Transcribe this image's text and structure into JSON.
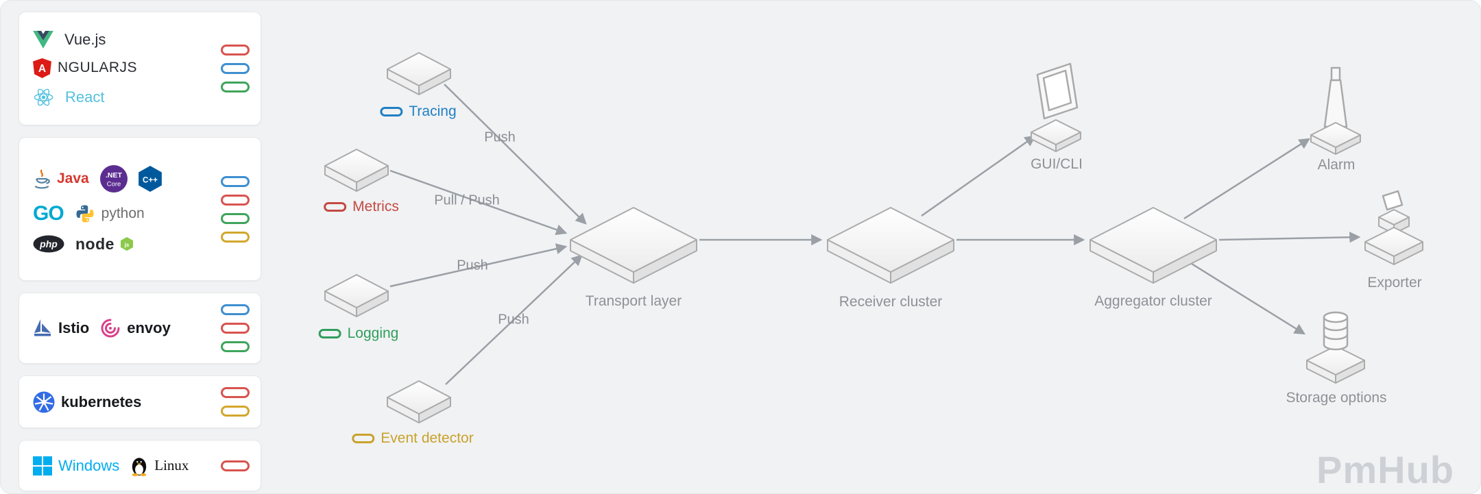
{
  "watermark": "PmHub",
  "colors": {
    "red": "#D9534F",
    "blue": "#3E8FD0",
    "green": "#3FA45B",
    "yellow": "#D3A62C"
  },
  "sidebar": {
    "cards": [
      {
        "id": "frontend-frameworks",
        "items": [
          {
            "name": "Vue.js"
          },
          {
            "name": "AngularJS",
            "initial": "A",
            "wordmark": "NGULARJS"
          },
          {
            "name": "React"
          }
        ],
        "pills": [
          "red",
          "blue",
          "green"
        ]
      },
      {
        "id": "languages",
        "items": [
          {
            "name": "Java"
          },
          {
            "name": ".NET Core",
            "line1": ".NET",
            "line2": "Core"
          },
          {
            "name": "C++"
          },
          {
            "name": "GO"
          },
          {
            "name": "python"
          },
          {
            "name": "php"
          },
          {
            "name": "node",
            "badge": "js"
          }
        ],
        "pills": [
          "blue",
          "red",
          "green",
          "yellow"
        ]
      },
      {
        "id": "service-mesh",
        "items": [
          {
            "name": "Istio"
          },
          {
            "name": "envoy"
          }
        ],
        "pills": [
          "blue",
          "red",
          "green"
        ]
      },
      {
        "id": "orchestration",
        "items": [
          {
            "name": "kubernetes"
          }
        ],
        "pills": [
          "red",
          "yellow"
        ]
      },
      {
        "id": "operating-systems",
        "items": [
          {
            "name": "Windows"
          },
          {
            "name": "Linux"
          }
        ],
        "pills": [
          "red"
        ]
      }
    ]
  },
  "diagram": {
    "sources": [
      {
        "label": "Tracing",
        "color": "blue",
        "edge_label": "Push"
      },
      {
        "label": "Metrics",
        "color": "red",
        "edge_label": "Pull / Push"
      },
      {
        "label": "Logging",
        "color": "green",
        "edge_label": "Push"
      },
      {
        "label": "Event detector",
        "color": "yellow",
        "edge_label": "Push"
      }
    ],
    "nodes": {
      "transport": "Transport layer",
      "receiver": "Receiver cluster",
      "gui": "GUI/CLI",
      "aggregator": "Aggregator cluster",
      "alarm": "Alarm",
      "exporter": "Exporter",
      "storage": "Storage options"
    }
  }
}
